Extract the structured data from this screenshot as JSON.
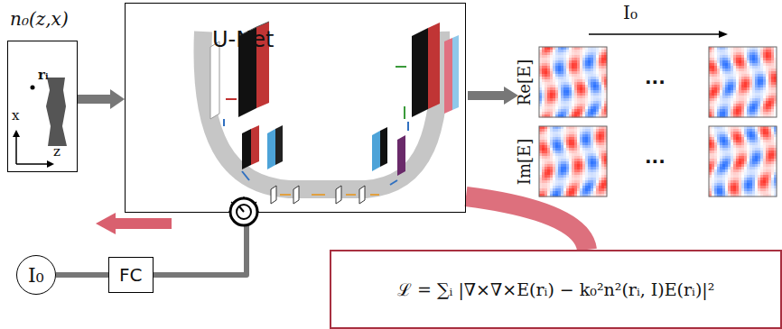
{
  "diagram": {
    "nodes": [
      {
        "text": [
          "n₀(z,x)",
          "rᵢ",
          "x",
          "z"
        ]
      },
      {
        "text": [
          "U-Net"
        ]
      },
      {
        "text": [
          "I₀"
        ]
      },
      {
        "text": [
          "FC"
        ]
      },
      {
        "text": [
          "ℒ = ∑ᵢ |∇×∇×E(rᵢ) − k₀²n²(rᵢ, I)E(rᵢ)|²"
        ]
      }
    ],
    "edges": [
      {
        "from": 0,
        "to": 1,
        "arrow": "to"
      },
      {
        "from": 2,
        "to": 3,
        "arrow": "none"
      },
      {
        "from": 3,
        "to": 1,
        "arrow": "none"
      },
      {
        "from": 4,
        "to": 1,
        "arrow": "none"
      }
    ],
    "labels": [
      "I₀",
      "Re[E]",
      "Im[E]",
      "...",
      "..."
    ]
  }
}
